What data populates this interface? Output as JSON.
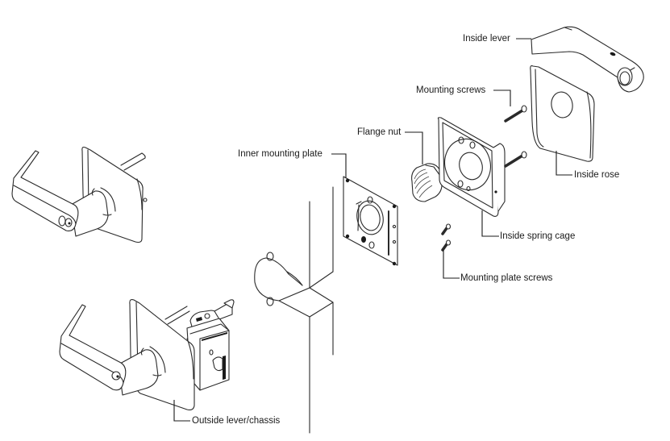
{
  "diagram": {
    "type": "exploded-view",
    "subject": "lever lockset installation",
    "labels": {
      "inside_lever": "Inside lever",
      "mounting_screws": "Mounting screws",
      "flange_nut": "Flange nut",
      "inner_mounting_plate": "Inner mounting plate",
      "inside_rose": "Inside rose",
      "inside_spring_cage": "Inside spring cage",
      "mounting_plate_screws": "Mounting plate screws",
      "outside_lever_chassis": "Outside lever/chassis"
    },
    "colors": {
      "line": "#1a1a1a",
      "background": "#ffffff"
    }
  }
}
